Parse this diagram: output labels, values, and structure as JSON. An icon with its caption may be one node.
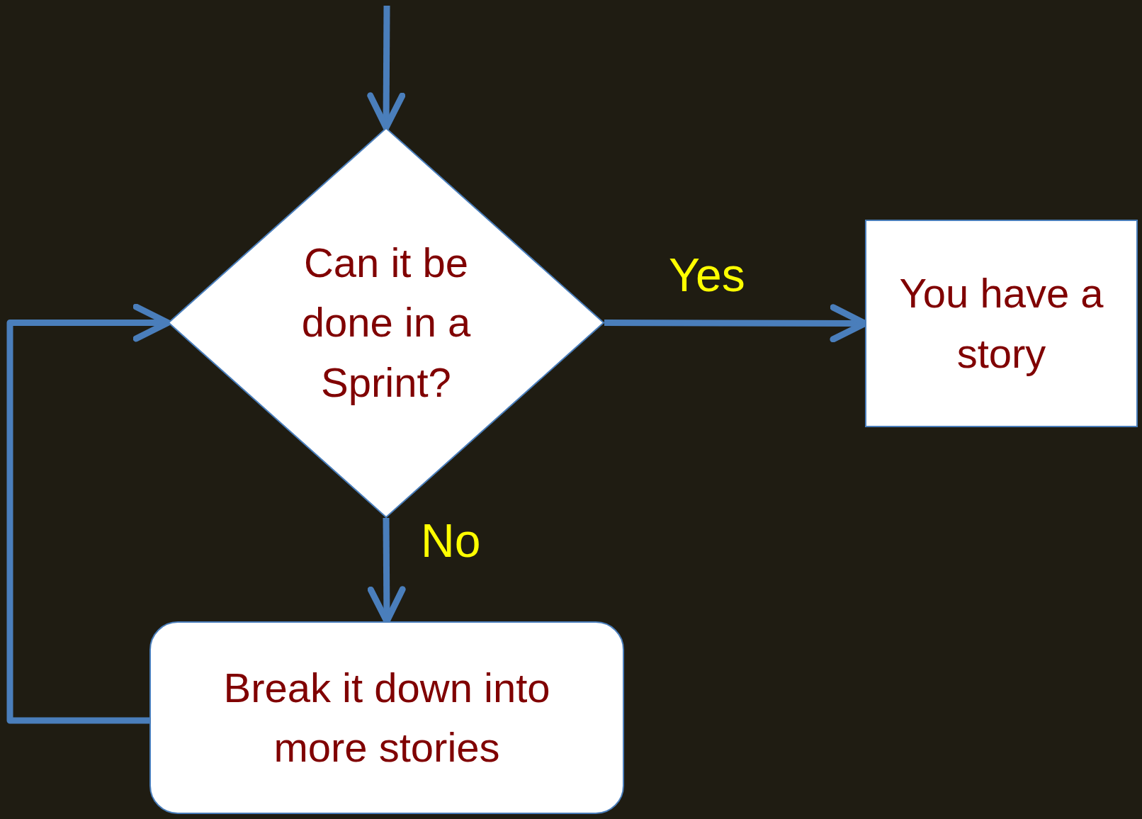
{
  "diagram": {
    "nodes": [
      {
        "text": [
          "Can it be done in a Sprint?"
        ]
      },
      {
        "text": [
          "You have a story"
        ]
      },
      {
        "text": [
          "Break it down into more stories"
        ]
      }
    ],
    "edges": [
      {
        "from": null,
        "to": 0,
        "arrow": "to"
      },
      {
        "from": 0,
        "to": 1,
        "arrow": "to",
        "label": "Yes"
      },
      {
        "from": 0,
        "to": 2,
        "arrow": "to",
        "label": "No"
      },
      {
        "from": 2,
        "to": 0,
        "arrow": "to"
      }
    ]
  }
}
